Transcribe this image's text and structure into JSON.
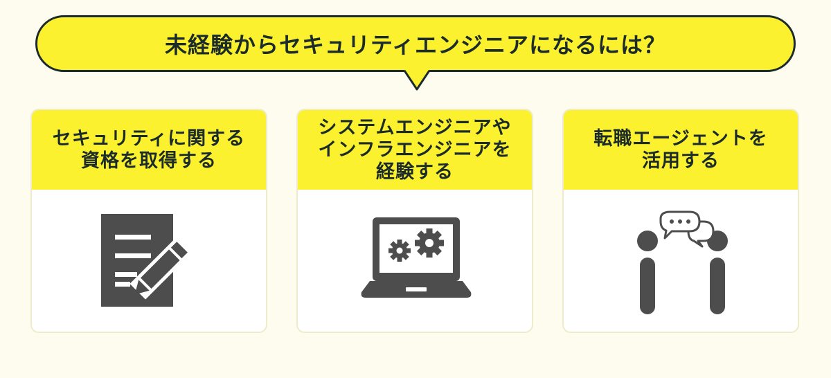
{
  "headline": "未経験からセキュリティエンジニアになるには？",
  "cards": [
    {
      "title_lines": [
        "セキュリティに関する",
        "資格を取得する"
      ],
      "icon": "document-pencil-icon"
    },
    {
      "title_lines": [
        "システムエンジニアや",
        "インフラエンジニアを",
        "経験する"
      ],
      "icon": "laptop-gears-icon"
    },
    {
      "title_lines": [
        "転職エージェントを",
        "活用する"
      ],
      "icon": "people-conversation-icon"
    }
  ],
  "colors": {
    "background": "#fdfcee",
    "accent_yellow": "#fbf12e",
    "text_dark": "#1c2b2b",
    "icon_gray": "#4d4d4d",
    "card_border": "#efeccd"
  }
}
